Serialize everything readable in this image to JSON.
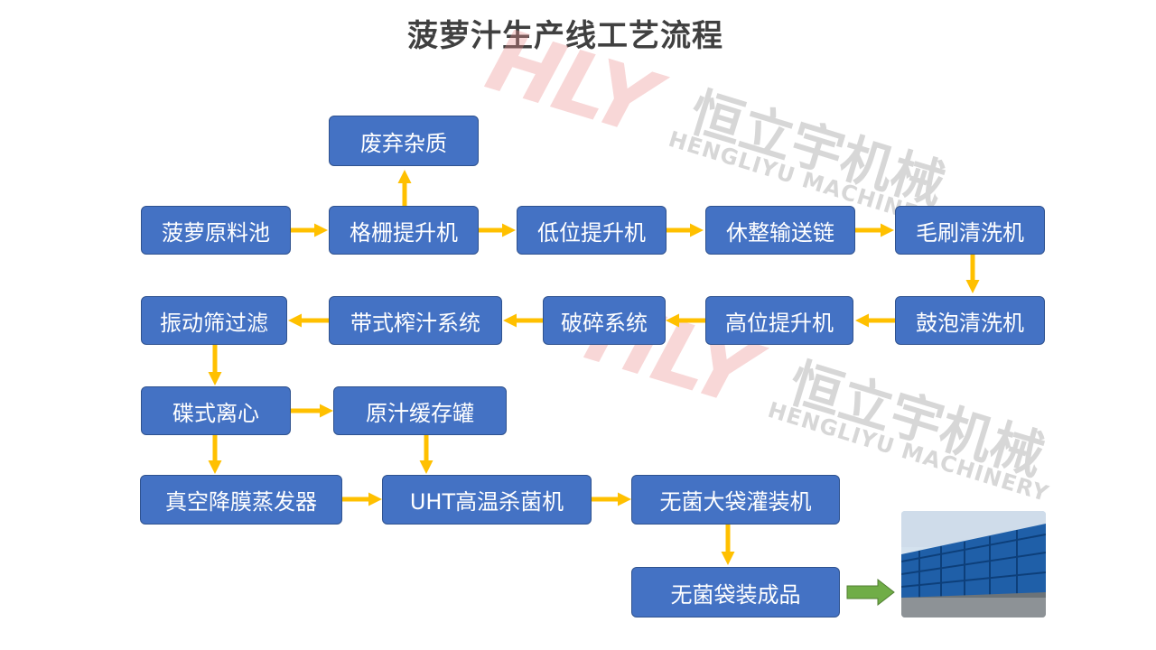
{
  "title": "菠萝汁生产线工艺流程",
  "watermark": {
    "logo": "HLY",
    "cn": "恒立宇机械",
    "en": "HENGLIYU MACHINERY"
  },
  "steps": {
    "waste": "废弃杂质",
    "pool": "菠萝原料池",
    "grid_elevator": "格栅提升机",
    "low_elevator": "低位提升机",
    "sorting_conveyor": "休整输送链",
    "brush_washer": "毛刷清洗机",
    "bubble_washer": "鼓泡清洗机",
    "high_elevator": "高位提升机",
    "crusher": "破碎系统",
    "belt_press": "带式榨汁系统",
    "vibro_sieve": "振动筛过滤",
    "disc_centrifuge": "碟式离心",
    "juice_tank": "原汁缓存罐",
    "evaporator": "真空降膜蒸发器",
    "uht": "UHT高温杀菌机",
    "aseptic_filler": "无菌大袋灌装机",
    "product": "无菌袋装成品"
  },
  "colors": {
    "box": "#4472c4",
    "arrow": "#ffc000",
    "final_arrow": "#70ad47",
    "title": "#404040"
  }
}
